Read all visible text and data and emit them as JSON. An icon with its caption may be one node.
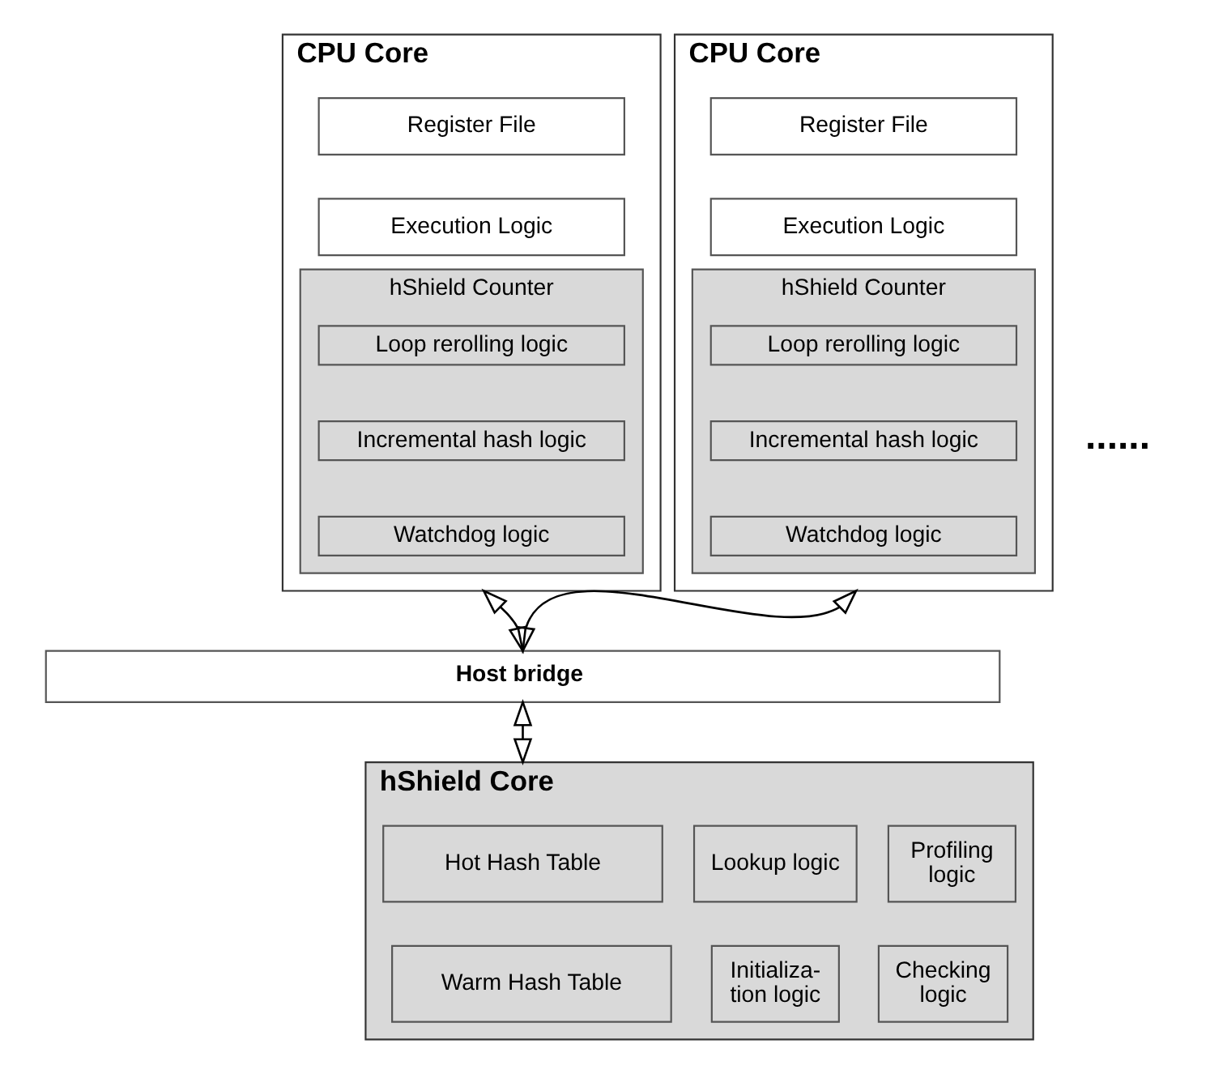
{
  "diagram": {
    "nodes": [
      {
        "text": [
          "CPU Core"
        ]
      },
      {
        "text": [
          "Register File"
        ],
        "in": 0
      },
      {
        "text": [
          "Execution Logic"
        ],
        "in": 0
      },
      {
        "text": [
          "hShield Counter"
        ],
        "in": 0
      },
      {
        "text": [
          "Loop rerolling logic"
        ],
        "in": 3
      },
      {
        "text": [
          "Incremental hash logic"
        ],
        "in": 3
      },
      {
        "text": [
          "Watchdog logic"
        ],
        "in": 3
      },
      {
        "text": [
          "CPU Core"
        ]
      },
      {
        "text": [
          "Register File"
        ],
        "in": 7
      },
      {
        "text": [
          "Execution Logic"
        ],
        "in": 7
      },
      {
        "text": [
          "hShield Counter"
        ],
        "in": 7
      },
      {
        "text": [
          "Loop rerolling logic"
        ],
        "in": 10
      },
      {
        "text": [
          "Incremental hash logic"
        ],
        "in": 10
      },
      {
        "text": [
          "Watchdog logic"
        ],
        "in": 10
      },
      {
        "text": [
          "Host bridge"
        ]
      },
      {
        "text": [
          "hShield Core"
        ]
      },
      {
        "text": [
          "Hot Hash Table"
        ],
        "in": 15
      },
      {
        "text": [
          "Warm Hash Table"
        ],
        "in": 15
      },
      {
        "text": [
          "Lookup logic"
        ],
        "in": 15
      },
      {
        "text": [
          "Profiling logic"
        ],
        "in": 15
      },
      {
        "text": [
          "Initializa- tion logic"
        ],
        "in": 15
      },
      {
        "text": [
          "Checking logic"
        ],
        "in": 15
      }
    ],
    "edges": [
      {
        "from": 0,
        "to": 14,
        "arrow": "both"
      },
      {
        "from": 7,
        "to": 14,
        "arrow": "both"
      },
      {
        "from": 14,
        "to": 15,
        "arrow": "both"
      }
    ],
    "labels": [
      "......"
    ]
  }
}
